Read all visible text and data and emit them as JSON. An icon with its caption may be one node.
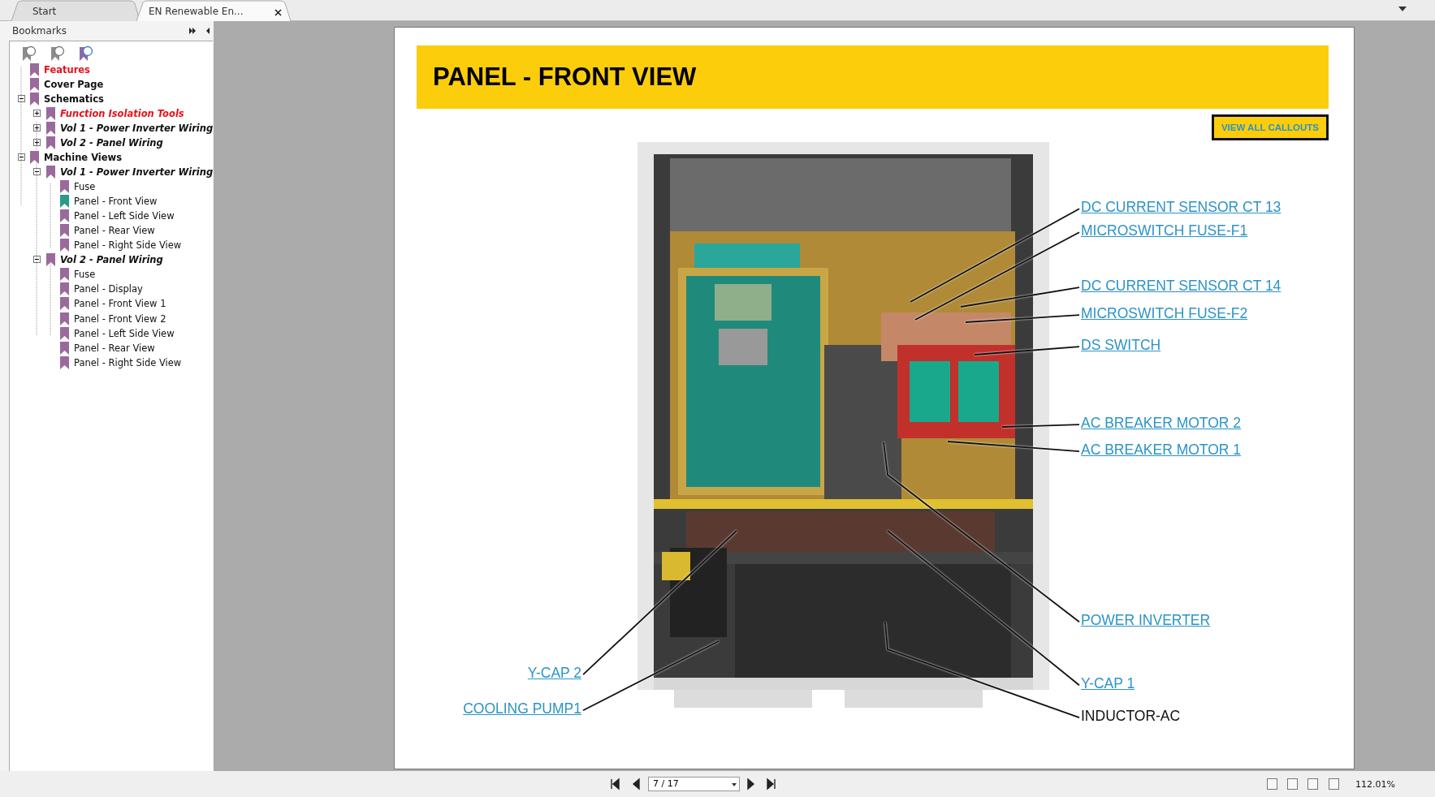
{
  "diagram": {
    "title": "PANEL - FRONT VIEW",
    "nodes": [
      {
        "text": [
          "DC CURRENT SENSOR CT 13"
        ]
      },
      {
        "text": [
          "MICROSWITCH FUSE-F1"
        ]
      },
      {
        "text": [
          "DC CURRENT SENSOR CT 14"
        ]
      },
      {
        "text": [
          "MICROSWITCH FUSE-F2"
        ]
      },
      {
        "text": [
          "DS SWITCH"
        ]
      },
      {
        "text": [
          "AC BREAKER MOTOR 2"
        ]
      },
      {
        "text": [
          "AC BREAKER MOTOR 1"
        ]
      },
      {
        "text": [
          "POWER INVERTER"
        ]
      },
      {
        "text": [
          "Y-CAP 2"
        ]
      },
      {
        "text": [
          "Y-CAP 1"
        ]
      },
      {
        "text": [
          "COOLING PUMP1"
        ]
      },
      {
        "text": [
          "INDUCTOR-AC"
        ]
      }
    ],
    "edges": [
      {
        "from": 0,
        "to": null,
        "arrow": "none"
      },
      {
        "from": 1,
        "to": null,
        "arrow": "none"
      },
      {
        "from": 2,
        "to": null,
        "arrow": "none"
      },
      {
        "from": 3,
        "to": null,
        "arrow": "none"
      },
      {
        "from": 4,
        "to": null,
        "arrow": "none"
      },
      {
        "from": 5,
        "to": null,
        "arrow": "none"
      },
      {
        "from": 6,
        "to": null,
        "arrow": "none"
      },
      {
        "from": 7,
        "to": null,
        "arrow": "none"
      },
      {
        "from": 8,
        "to": null,
        "arrow": "none"
      },
      {
        "from": 9,
        "to": null,
        "arrow": "none"
      },
      {
        "from": 10,
        "to": null,
        "arrow": "none"
      },
      {
        "from": 11,
        "to": null,
        "arrow": "none"
      }
    ],
    "labels": [
      "Start",
      "EN Renewable En...",
      "Bookmarks",
      "Features",
      "Cover Page",
      "Schematics",
      "Function Isolation Tools",
      "Vol 1 - Power Inverter Wiring",
      "Vol 2 - Panel Wiring",
      "Machine Views",
      "Vol 1 - Power Inverter Wiring",
      "Fuse",
      "Panel - Front View",
      "Panel - Left Side View",
      "Panel - Rear View",
      "Panel - Right Side View",
      "Vol 2 - Panel Wiring",
      "Fuse",
      "Panel - Display",
      "Panel - Front View 1",
      "Panel - Front View 2",
      "Panel - Left Side View",
      "Panel - Rear View",
      "Panel - Right Side View",
      "VIEW ALL CALLOUTS",
      "7 / 17",
      "112.01%"
    ]
  }
}
